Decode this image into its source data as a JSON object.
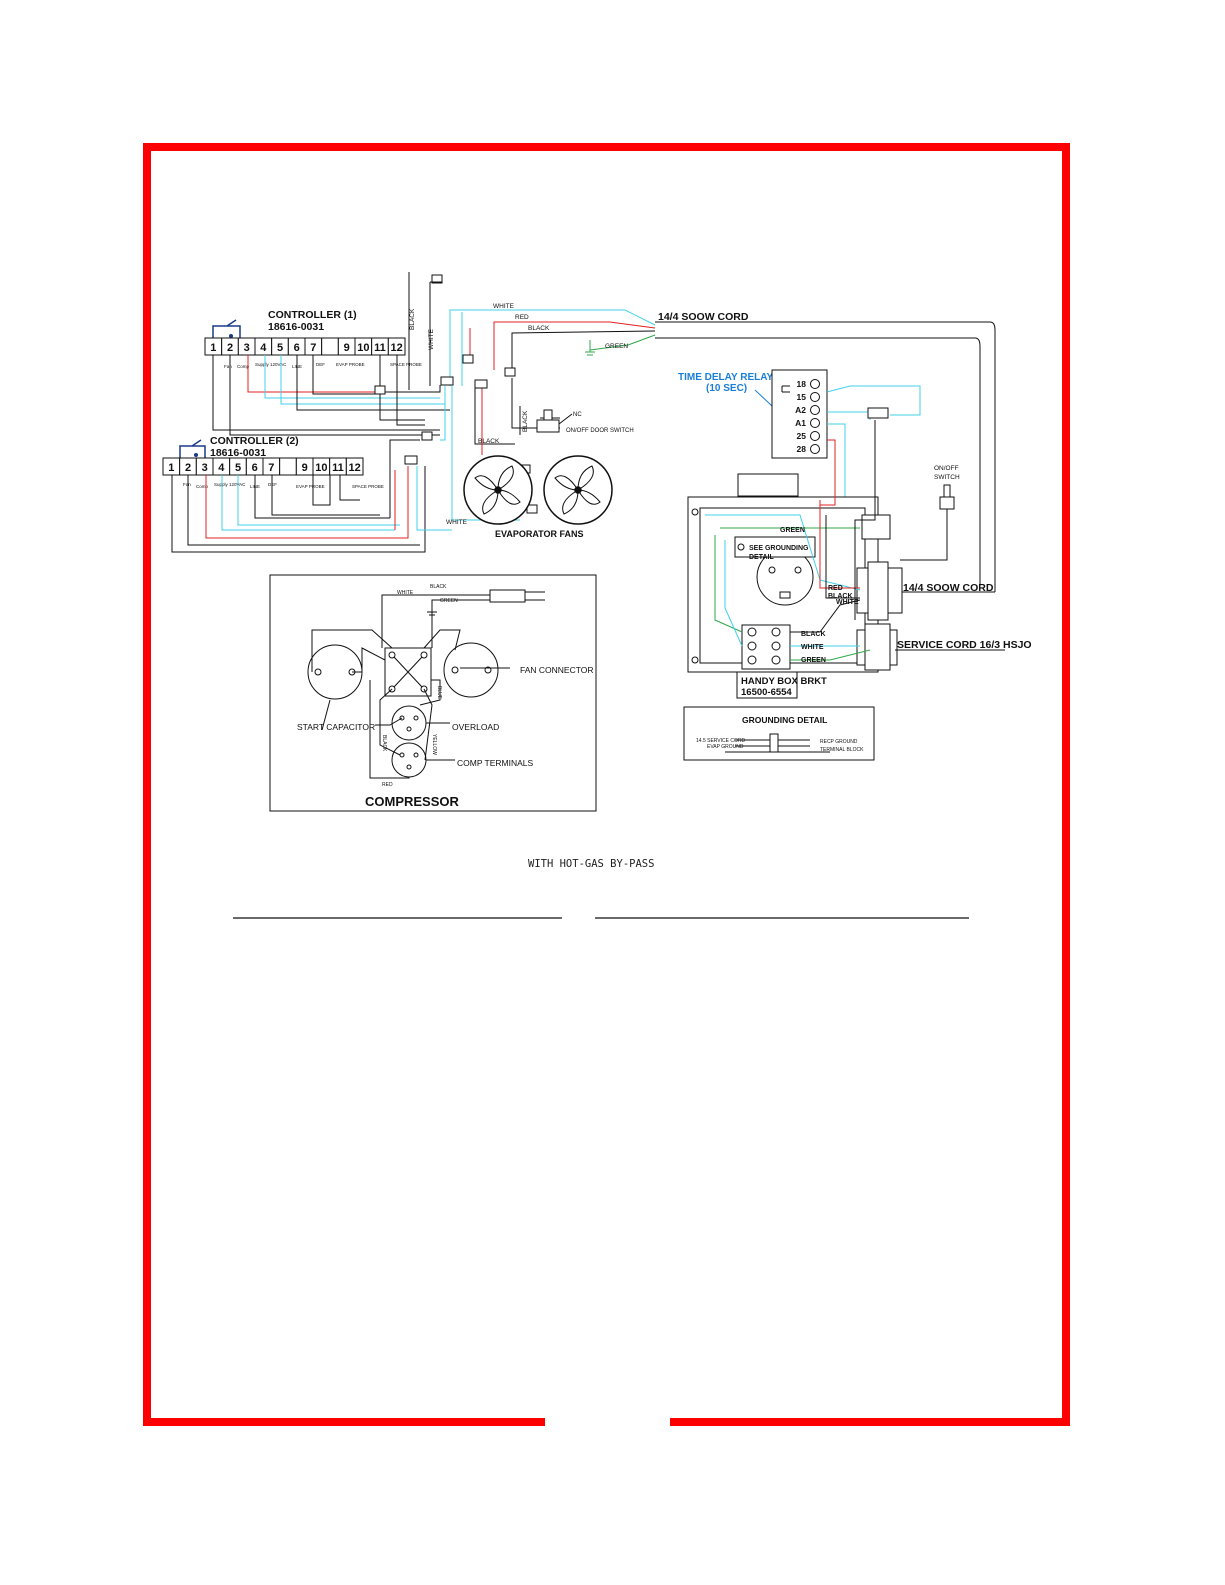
{
  "frame_color": "#ff0000",
  "wire_colors": {
    "white": "#3fd0e8",
    "red": "#e02020",
    "green": "#2fa84a",
    "black": "#111111",
    "blue": "#1a7fd8"
  },
  "controller1": {
    "title": "CONTROLLER (1)",
    "part": "18616-0031",
    "terminals": [
      "1",
      "2",
      "3",
      "4",
      "5",
      "6",
      "7",
      "",
      "9",
      "10",
      "11",
      "12"
    ],
    "labels": [
      "Fan",
      "Comp",
      "Supply 120VAC",
      "LINE",
      "DEF",
      "EVAP PROBE",
      "SPACE PROBE"
    ]
  },
  "controller2": {
    "title": "CONTROLLER (2)",
    "part": "18616-0031",
    "terminals": [
      "1",
      "2",
      "3",
      "4",
      "5",
      "6",
      "7",
      "",
      "9",
      "10",
      "11",
      "12"
    ],
    "labels": [
      "Fan",
      "Comp",
      "Supply 120VAC",
      "LINE",
      "DEF",
      "EVAP PROBE",
      "SPACE PROBE"
    ]
  },
  "wires": {
    "white": "WHITE",
    "red": "RED",
    "black": "BLACK",
    "green": "GREEN"
  },
  "cord_top": "14/4 SOOW CORD",
  "cord_box": "14/4 SOOW CORD",
  "door_switch": {
    "nc": "NC",
    "label": "ON/OFF DOOR SWITCH"
  },
  "evap_fans": "EVAPORATOR FANS",
  "relay": {
    "title": "TIME DELAY RELAY",
    "subtitle": "(10 SEC)",
    "terminals": [
      "18",
      "15",
      "A2",
      "A1",
      "25",
      "28"
    ]
  },
  "on_off_switch": [
    "ON/OFF",
    "SWITCH"
  ],
  "grounding_note": [
    "SEE GROUNDING",
    "DETAIL"
  ],
  "box_labels": {
    "red": "RED",
    "black": "BLACK",
    "white": "WHITE"
  },
  "terminal_block": {
    "black": "BLACK",
    "white": "WHITE",
    "green": "GREEN"
  },
  "service_cord": "SERVICE CORD 16/3 HSJO",
  "handy_box": {
    "title": "HANDY BOX BRKT",
    "part": "16500-6554"
  },
  "grounding_detail": {
    "title": "GROUNDING DETAIL",
    "left1": "14.5 SERVICE CORD",
    "left2": "EVAP GROUND",
    "right1": "RECP GROUND",
    "right2": "TERMINAL BLOCK"
  },
  "compressor": {
    "title": "COMPRESSOR",
    "start_capacitor": "START CAPACITOR",
    "fan_connector": "FAN CONNECTOR",
    "overload": "OVERLOAD",
    "comp_terminals": "COMP TERMINALS",
    "wires": {
      "black": "BLACK",
      "white": "WHITE",
      "green": "GREEN",
      "blue": "BLUE",
      "yellow": "YELLOW",
      "red": "RED",
      "black2": "BLACK"
    }
  },
  "caption": "WITH HOT-GAS BY-PASS"
}
